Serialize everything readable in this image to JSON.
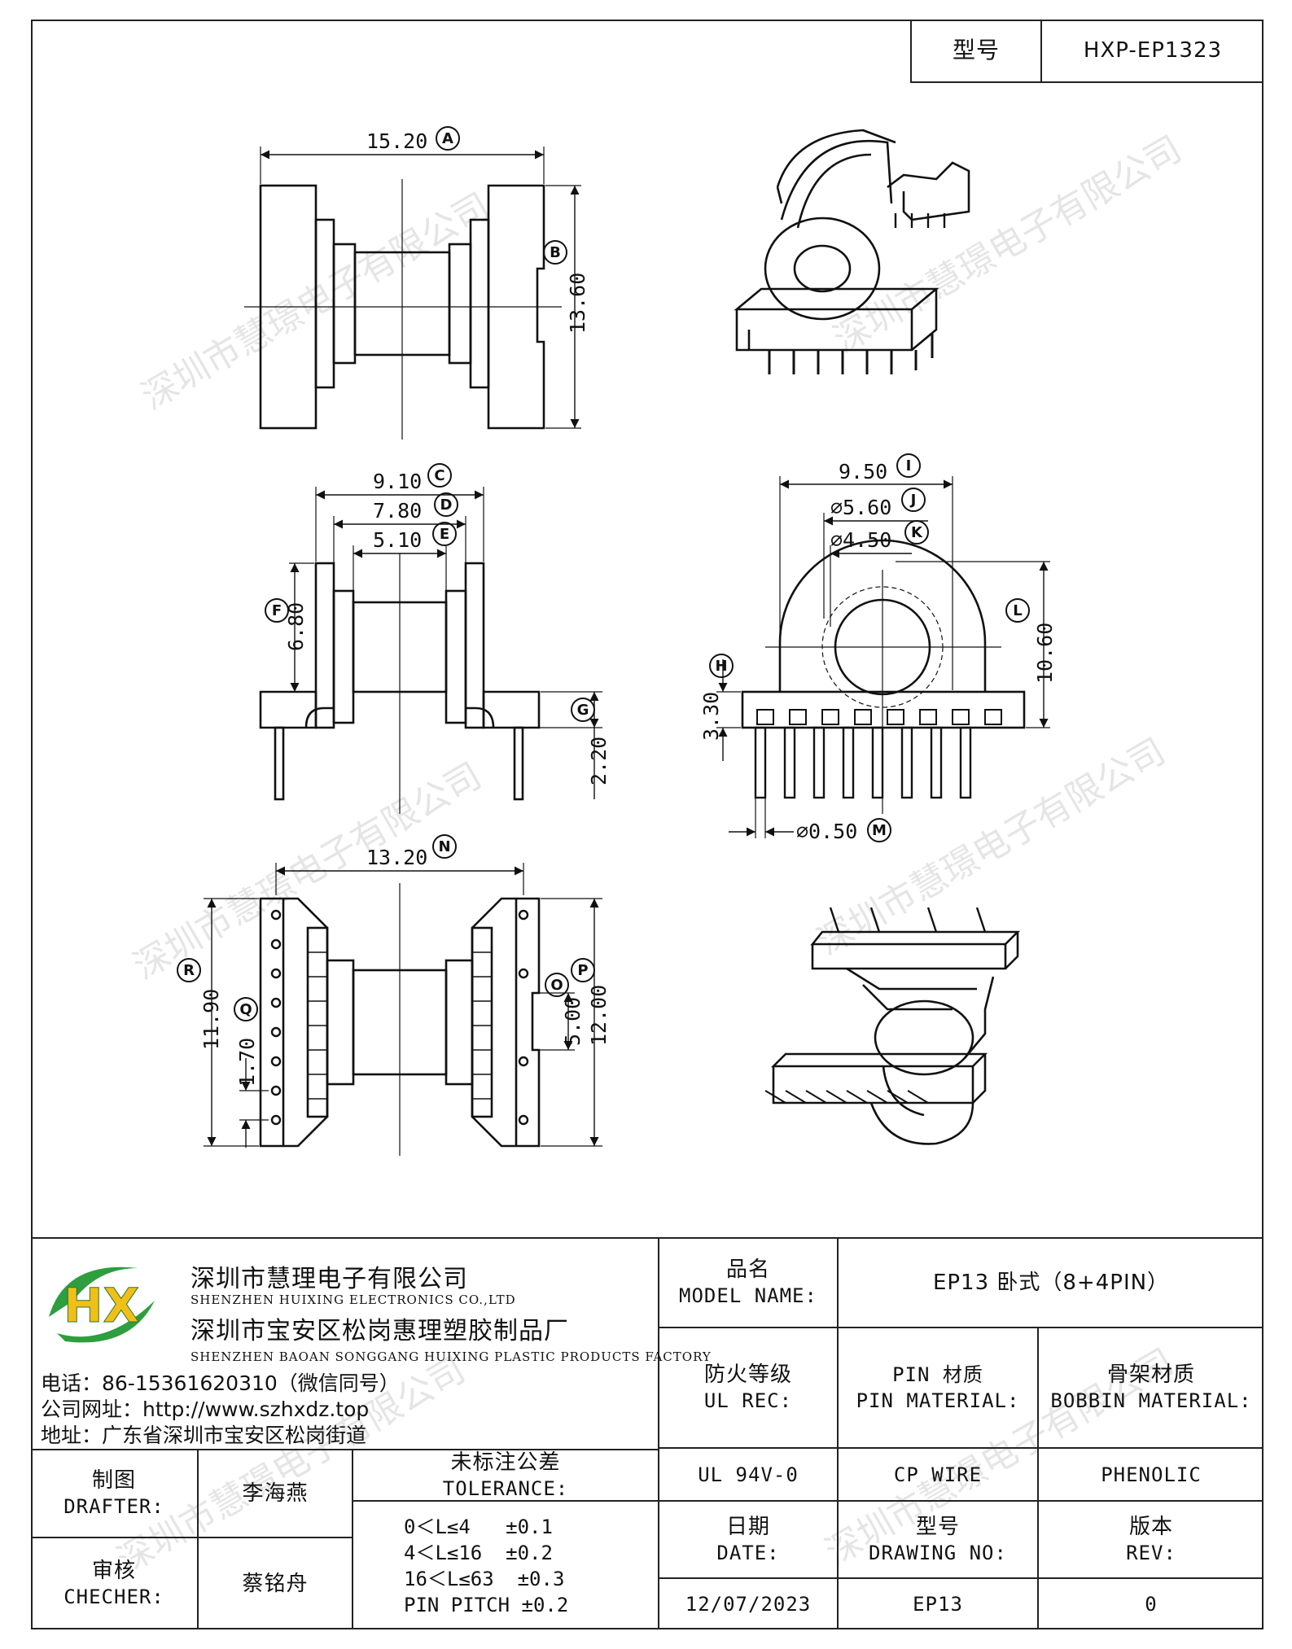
{
  "header": {
    "model_label": "型号",
    "model_value": "HXP-EP1323"
  },
  "drawing": {
    "dims": {
      "A": "15.20",
      "B": "13.60",
      "C": "9.10",
      "D": "7.80",
      "E": "5.10",
      "F": "6.80",
      "G": "2.20",
      "H": "3.30",
      "I": "9.50",
      "J": "⌀5.60",
      "K": "⌀4.50",
      "L": "10.60",
      "M": "⌀0.50",
      "N": "13.20",
      "O": "5.00",
      "P": "12.00",
      "Q": "1.70",
      "R": "11.90"
    },
    "letters": [
      "A",
      "B",
      "C",
      "D",
      "E",
      "F",
      "G",
      "H",
      "I",
      "J",
      "K",
      "L",
      "M",
      "N",
      "O",
      "P",
      "Q",
      "R"
    ]
  },
  "watermark": "深圳市慧璟电子有限公司",
  "company": {
    "logo_text": "HX",
    "name_cn": "深圳市慧理电子有限公司",
    "name_en": "SHENZHEN HUIXING ELECTRONICS CO.,LTD",
    "factory_cn": "深圳市宝安区松岗惠理塑胶制品厂",
    "factory_en": "SHENZHEN BAOAN SONGGANG HUIXING PLASTIC PRODUCTS FACTORY",
    "phone": "电话：86-15361620310（微信同号）",
    "website": "公司网址：http://www.szhxdz.top",
    "address": "地址：广东省深圳市宝安区松岗街道"
  },
  "titleblock": {
    "model_name_cn": "品名",
    "model_name_en": "MODEL NAME:",
    "model_name_value": "EP13 卧式（8+4PIN）",
    "ul_rec_cn": "防火等级",
    "ul_rec_en": "UL REC:",
    "pin_material_cn": "PIN 材质",
    "pin_material_en": "PIN MATERIAL:",
    "bobbin_material_cn": "骨架材质",
    "bobbin_material_en": "BOBBIN MATERIAL:",
    "ul_value": "UL 94V-0",
    "pin_value": "CP WIRE",
    "bobbin_value": "PHENOLIC",
    "drafter_cn": "制图",
    "drafter_en": "DRAFTER:",
    "drafter_name": "李海燕",
    "checker_cn": "审核",
    "checker_en": "CHECHER:",
    "checker_name": "蔡铭舟",
    "tolerance_cn": "未标注公差",
    "tolerance_en": "TOLERANCE:",
    "tolerances": [
      "0＜L≤4   ±0.1",
      "4＜L≤16  ±0.2",
      "16＜L≤63  ±0.3",
      "PIN PITCH ±0.2"
    ],
    "date_cn": "日期",
    "date_en": "DATE:",
    "drawing_no_cn": "型号",
    "drawing_no_en": "DRAWING NO:",
    "rev_cn": "版本",
    "rev_en": "REV:",
    "date_value": "12/07/2023",
    "drawing_no_value": "EP13",
    "rev_value": "0"
  }
}
